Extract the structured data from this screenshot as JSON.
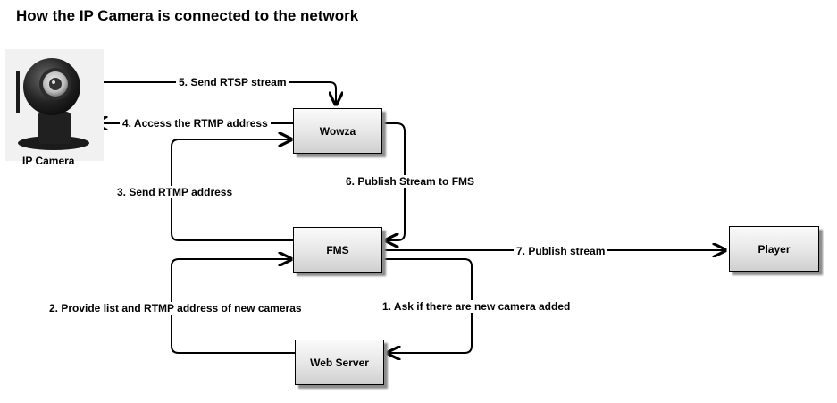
{
  "title": "How the IP Camera is connected to the network",
  "nodes": {
    "camera_label": "IP Camera",
    "wowza": "Wowza",
    "fms": "FMS",
    "player": "Player",
    "web_server": "Web Server"
  },
  "edges": {
    "e1": "1. Ask if there are new camera added",
    "e2": "2. Provide list and RTMP address of new cameras",
    "e3": "3. Send RTMP address",
    "e4": "4. Access the RTMP address",
    "e5": "5. Send RTSP stream",
    "e6": "6. Publish Stream to FMS",
    "e7": "7. Publish stream"
  }
}
